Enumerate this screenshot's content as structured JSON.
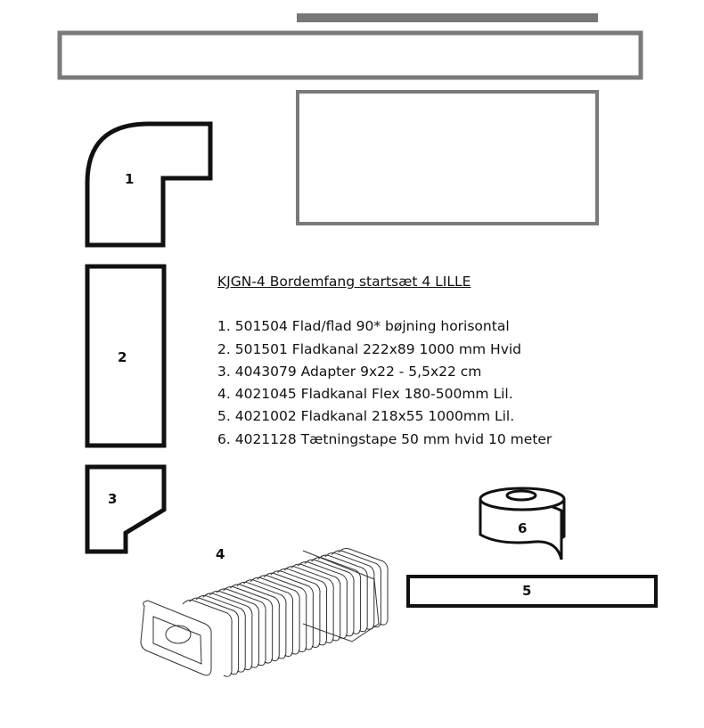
{
  "title": "KJGN-4 Bordemfang startsæt 4 LILLE",
  "items": [
    "1. 501504 Flad/flad 90* bøjning horisontal",
    "2. 501501 Fladkanal 222x89 1000 mm Hvid",
    "3. 4043079 Adapter 9x22 - 5,5x22 cm",
    "4. 4021045 Fladkanal Flex 180-500mm Lil.",
    "5. 4021002 Fladkanal 218x55 1000mm Lil.",
    "6. 4021128 Tætningstape 50 mm hvid 10 meter"
  ],
  "labels": [
    "1",
    "2",
    "3",
    "4",
    "5",
    "6"
  ],
  "colors": {
    "outline": "#111111",
    "gray": "#7a7a7a"
  }
}
